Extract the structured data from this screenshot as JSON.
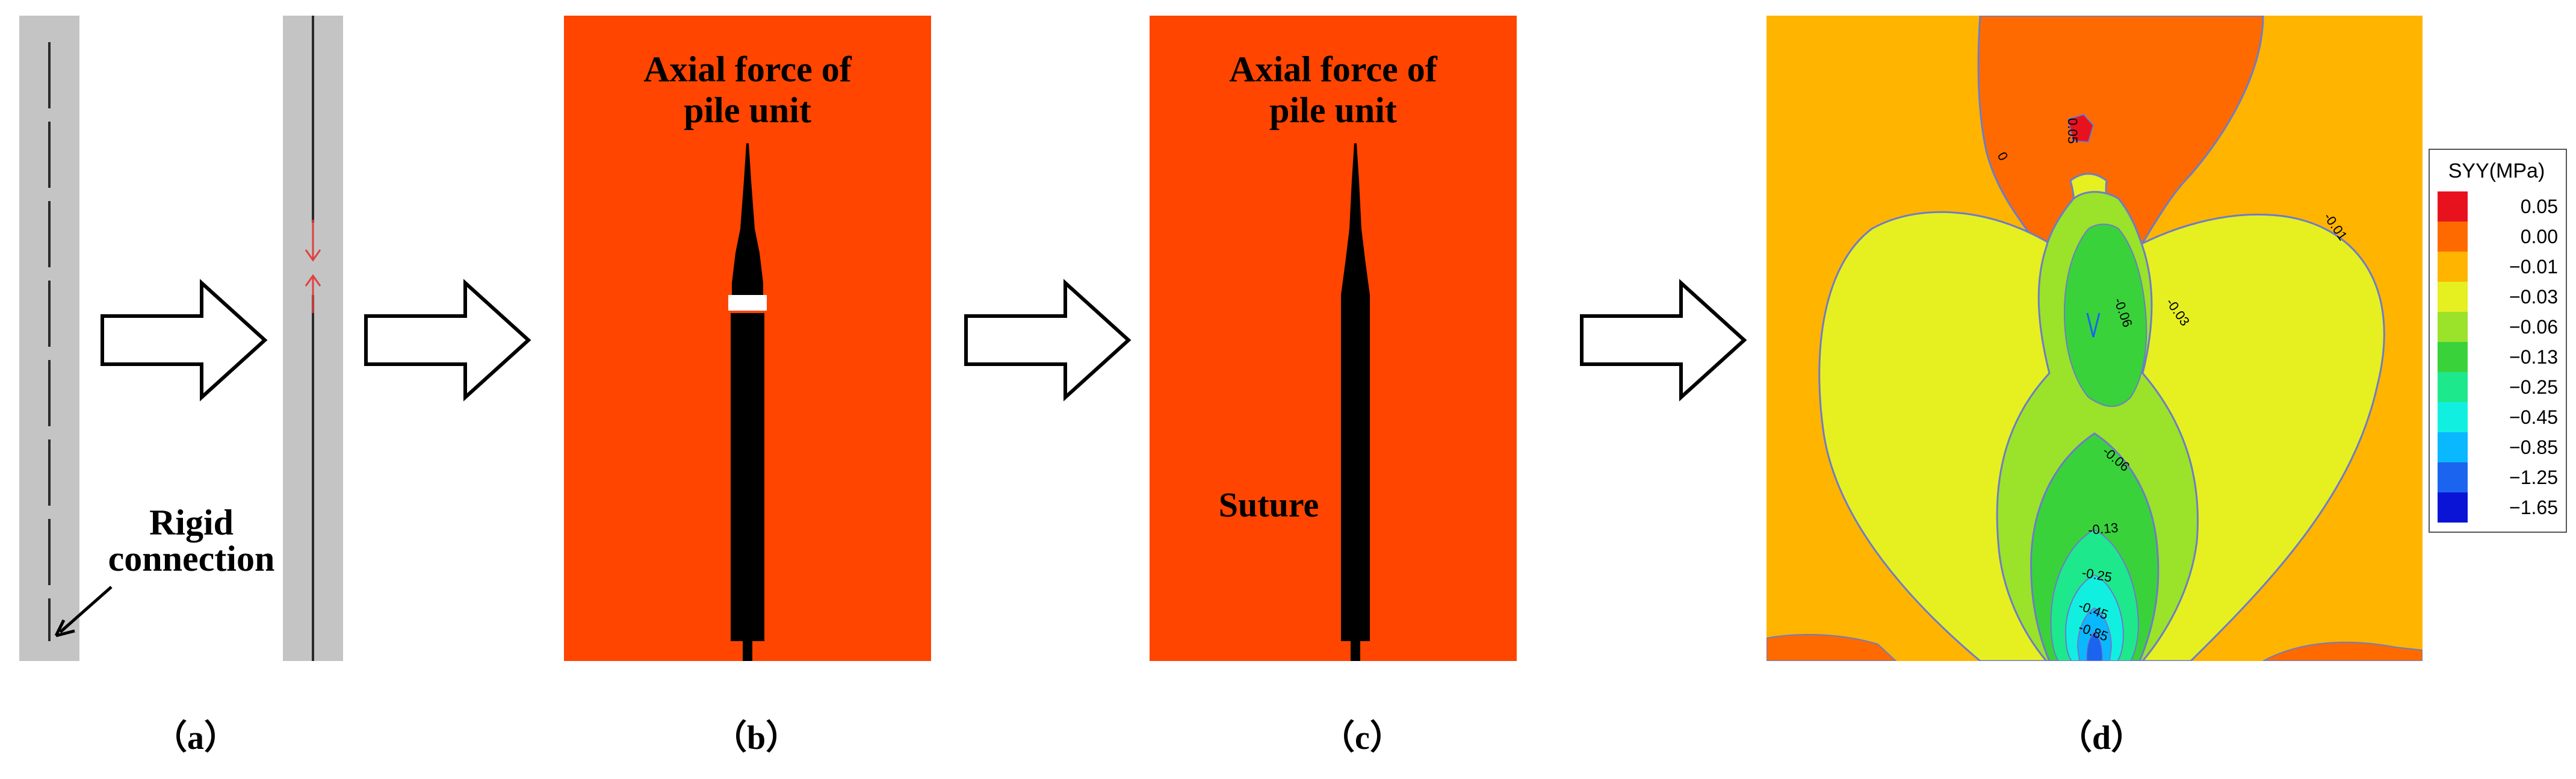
{
  "panel_labels": {
    "a": "（a）",
    "b": "（b）",
    "c": "（c）",
    "d": "（d）"
  },
  "panel_a": {
    "annotation_line1": "Rigid",
    "annotation_line2": "connection"
  },
  "panel_b": {
    "title_line1": "Axial force of",
    "title_line2": "pile unit"
  },
  "panel_c": {
    "title_line1": "Axial force of",
    "title_line2": "pile unit",
    "annotation": "Suture"
  },
  "panel_d": {
    "legend": {
      "title": "SYY(MPa)",
      "entries": [
        {
          "label": "0.05",
          "color": "#e8121e"
        },
        {
          "label": "0.00",
          "color": "#ff6a00"
        },
        {
          "label": "−0.01",
          "color": "#ffb400"
        },
        {
          "label": "−0.03",
          "color": "#e6f020"
        },
        {
          "label": "−0.06",
          "color": "#9be22a"
        },
        {
          "label": "−0.13",
          "color": "#39d23b"
        },
        {
          "label": "−0.25",
          "color": "#1ee88c"
        },
        {
          "label": "−0.45",
          "color": "#11f0e0"
        },
        {
          "label": "−0.85",
          "color": "#0ab8ff"
        },
        {
          "label": "−1.25",
          "color": "#1a64f0"
        },
        {
          "label": "−1.65",
          "color": "#0a14d6"
        }
      ]
    },
    "contour_labels": {
      "l0": "0",
      "l005": "0.05",
      "l001": "-0.01",
      "l003": "-0.03",
      "l006a": "-0.06",
      "l006b": "-0.06",
      "l013": "-0.13",
      "l025": "-0.25",
      "l045": "-0.45",
      "l085": "-0.85"
    }
  },
  "colors": {
    "pile_gray": "#c4c4c4",
    "field_orange": "#ff4500",
    "pile_black": "#000000",
    "arrow_red": "#e04040"
  }
}
